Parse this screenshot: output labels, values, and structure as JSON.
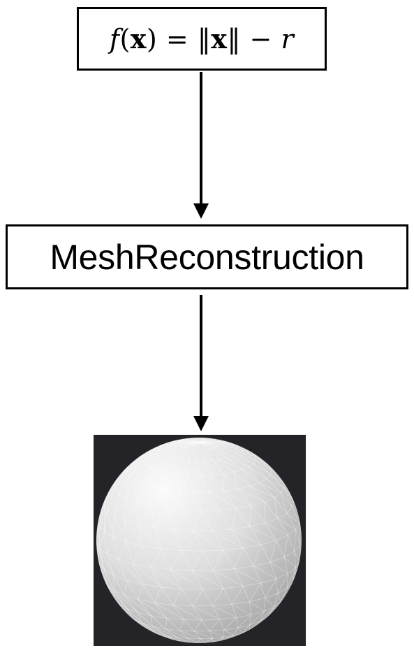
{
  "formula": {
    "f": "f",
    "open_paren": "(",
    "x1": "x",
    "close_eq": ") = ‖",
    "x2": "x",
    "close_minus": "‖ − ",
    "r": "r"
  },
  "process": {
    "label": "MeshReconstruction"
  },
  "output": {
    "image": "sphere-mesh",
    "background_color": "#242428",
    "sphere_color": "#d9d9d9",
    "wire_color": "#ffffff"
  },
  "colors": {
    "stroke": "#000000"
  }
}
